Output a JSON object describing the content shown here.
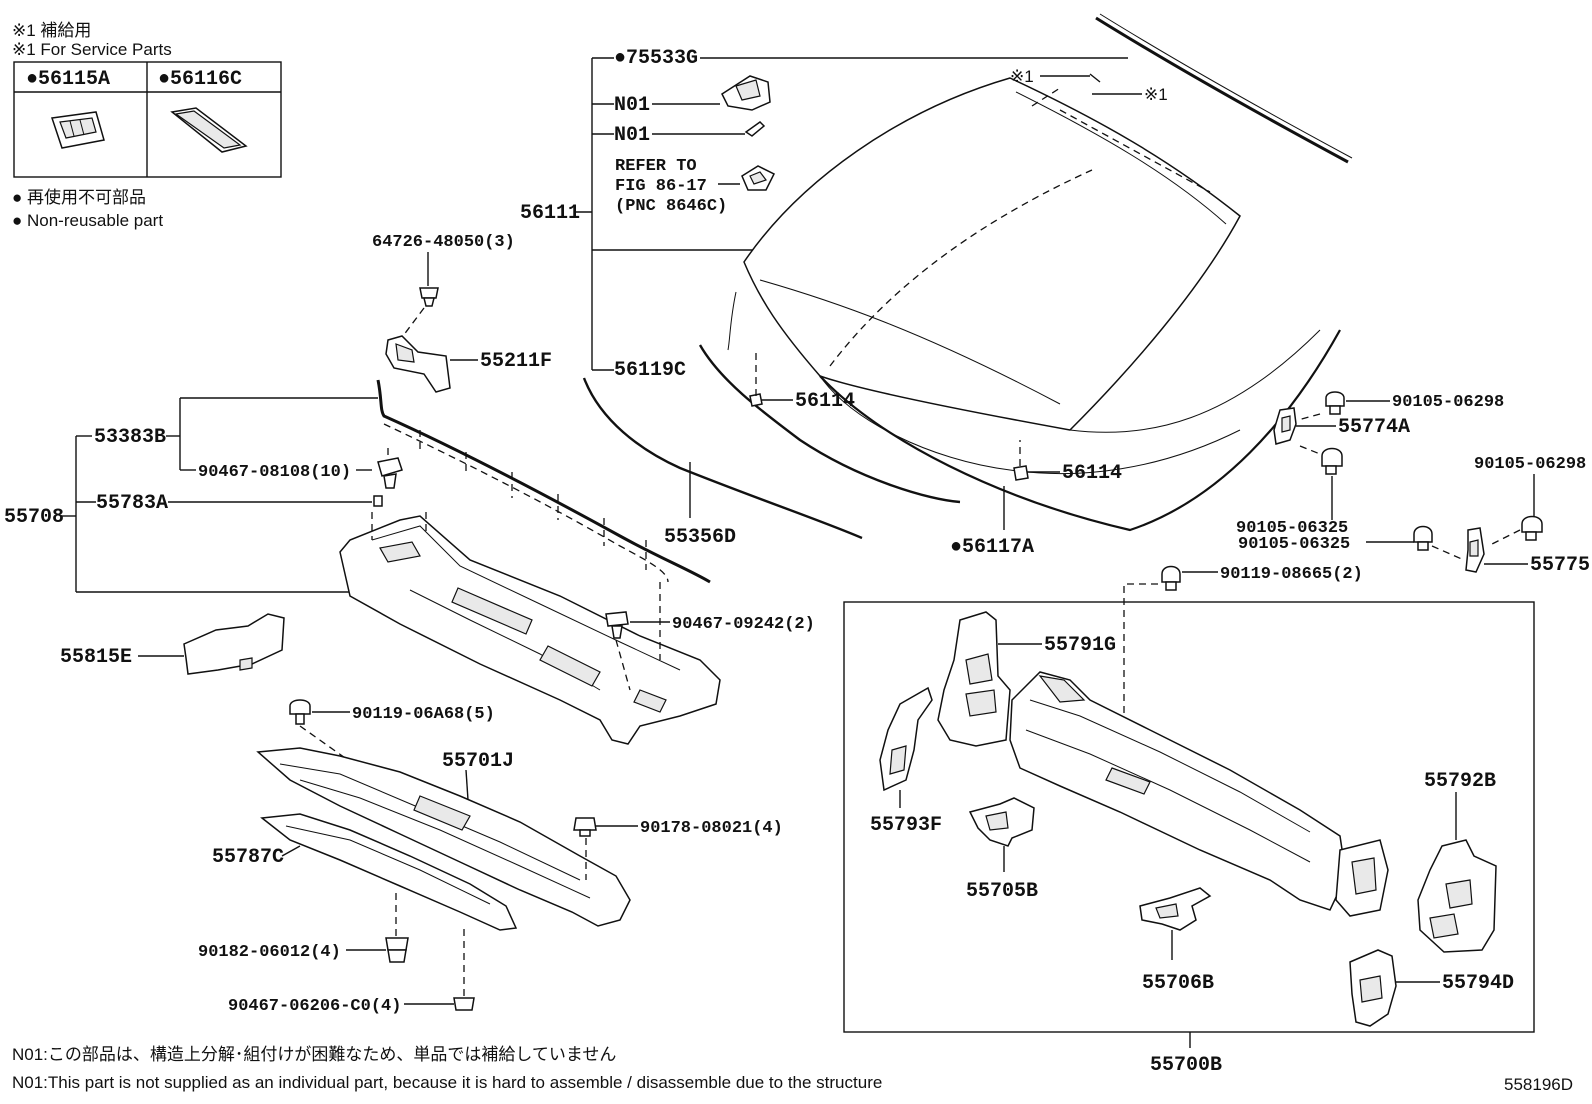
{
  "notes": {
    "service_jp": "※1 補給用",
    "service_en": "※1 For Service Parts",
    "nonreuse_jp": "● 再使用不可部品",
    "nonreuse_en": "● Non-reusable part",
    "n01_jp": "N01:この部品は、構造上分解･組付けが困難なため、単品では補給していません",
    "n01_en": "N01:This part is not supplied as an individual part, because it is hard to assemble / disassemble due to the structure"
  },
  "service_box": {
    "left": "●56115A",
    "right": "●56116C"
  },
  "star1_a": "※1",
  "star1_b": "※1",
  "refer": {
    "line1": "REFER TO",
    "line2": "FIG 86-17",
    "line3": "(PNC 8646C)"
  },
  "labels": {
    "p75533G": "●75533G",
    "n01a": "N01",
    "n01b": "N01",
    "p56111": "56111",
    "p56119C": "56119C",
    "p56114a": "56114",
    "p56114b": "56114",
    "p55356D": "55356D",
    "p56117A": "●56117A",
    "p64726": "64726-48050(3)",
    "p55211F": "55211F",
    "p53383B": "53383B",
    "p90467_08108": "90467-08108(10)",
    "p55708": "55708",
    "p55783A": "55783A",
    "p90467_09242": "90467-09242(2)",
    "p55815E": "55815E",
    "p90119_06A68": "90119-06A68(5)",
    "p55701J": "55701J",
    "p90178": "90178-08021(4)",
    "p55787C": "55787C",
    "p90182": "90182-06012(4)",
    "p90467_06206": "90467-06206-C0(4)",
    "p90105_06298a": "90105-06298",
    "p55774A": "55774A",
    "p90105_06298b": "90105-06298",
    "p90105_06325a": "90105-06325",
    "p90105_06325b": "90105-06325",
    "p55775": "55775",
    "p90119_08665": "90119-08665(2)",
    "p55791G": "55791G",
    "p55793F": "55793F",
    "p55705B": "55705B",
    "p55792B": "55792B",
    "p55706B": "55706B",
    "p55794D": "55794D",
    "p55700B": "55700B"
  },
  "figure_id": "558196D"
}
